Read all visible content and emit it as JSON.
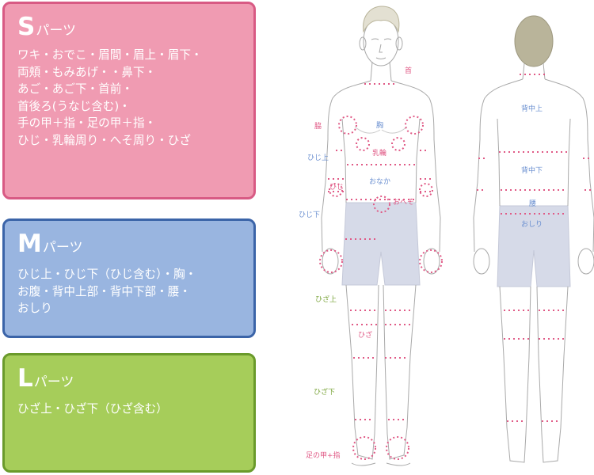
{
  "cards": {
    "s": {
      "letter": "S",
      "suffix": "パーツ",
      "body": "ワキ・おでこ・眉間・眉上・眉下・\n両頬・もみあげ・・鼻下・\nあご・あご下・首前・\n首後ろ(うなじ含む)・\n手の甲＋指・足の甲＋指・\nひじ・乳輪周り・へそ周り・ひざ",
      "color": "#f09bb2",
      "border": "#d85a84"
    },
    "m": {
      "letter": "M",
      "suffix": "パーツ",
      "body": "ひじ上・ひじ下（ひじ含む）・胸・\nお腹・背中上部・背中下部・腰・\nおしり",
      "color": "#99b5e0",
      "border": "#3b64a8"
    },
    "l": {
      "letter": "L",
      "suffix": "パーツ",
      "body": "ひざ上・ひざ下（ひざ含む）",
      "color": "#a6cd5a",
      "border": "#6a9a2b"
    }
  },
  "front_labels": {
    "neck": "首",
    "chest": "胸",
    "armpit": "脇",
    "areola": "乳輪",
    "upper_arm": "ひじ上",
    "elbow": "ひじ",
    "belly": "おなか",
    "navel": "おへそ",
    "forearm": "ひじ下",
    "thigh": "ひざ上",
    "knee": "ひざ",
    "shin": "ひざ下",
    "foot": "足の甲+指"
  },
  "back_labels": {
    "upper_back": "背中上",
    "lower_back": "背中下",
    "waist": "腰",
    "hips": "おしり"
  },
  "colors": {
    "pink": "#e05a86",
    "blue": "#6a8fd0",
    "green": "#7aa43a",
    "shorts": "#d6dae8",
    "hair": "#b9b49a",
    "outline": "#a9a9a9"
  }
}
